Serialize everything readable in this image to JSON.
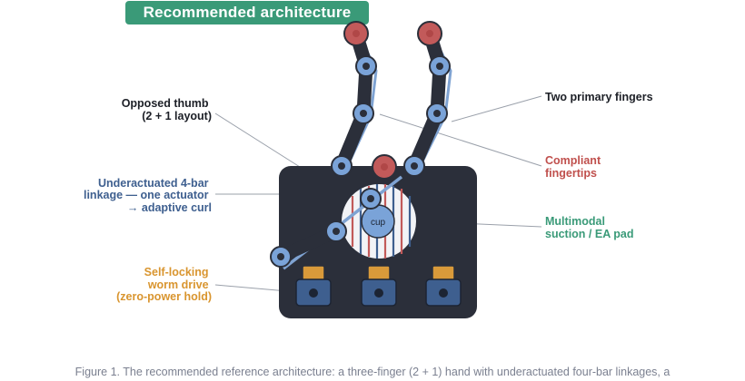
{
  "title": "Recommended architecture",
  "labels": {
    "opposed_thumb": [
      "Opposed thumb",
      "(2 + 1 layout)"
    ],
    "two_primary": "Two primary fingers",
    "compliant": [
      "Compliant",
      "fingertips"
    ],
    "underactuated": [
      "Underactuated 4-bar",
      "linkage — one actuator",
      "→ adaptive curl"
    ],
    "multimodal": [
      "Multimodal",
      "suction / EA pad"
    ],
    "self_locking": [
      "Self-locking",
      "worm drive",
      "(zero-power hold)"
    ],
    "cup": "cup"
  },
  "caption": "Figure 1. The recommended reference architecture: a three-finger (2 + 1) hand with underactuated four-bar linkages, a",
  "colors": {
    "title_bg": "#3a9a78",
    "palm": "#2b2f3a",
    "joint": "#7aa3d8",
    "tip": "#c25a5a",
    "link": "#7fa3d2",
    "worm": "#d99a3a",
    "motor": "#3e5f8f",
    "green_text": "#3a9a78",
    "red_text": "#c0504d",
    "blue_text": "#3e5f8f",
    "orange_text": "#d9952f"
  }
}
